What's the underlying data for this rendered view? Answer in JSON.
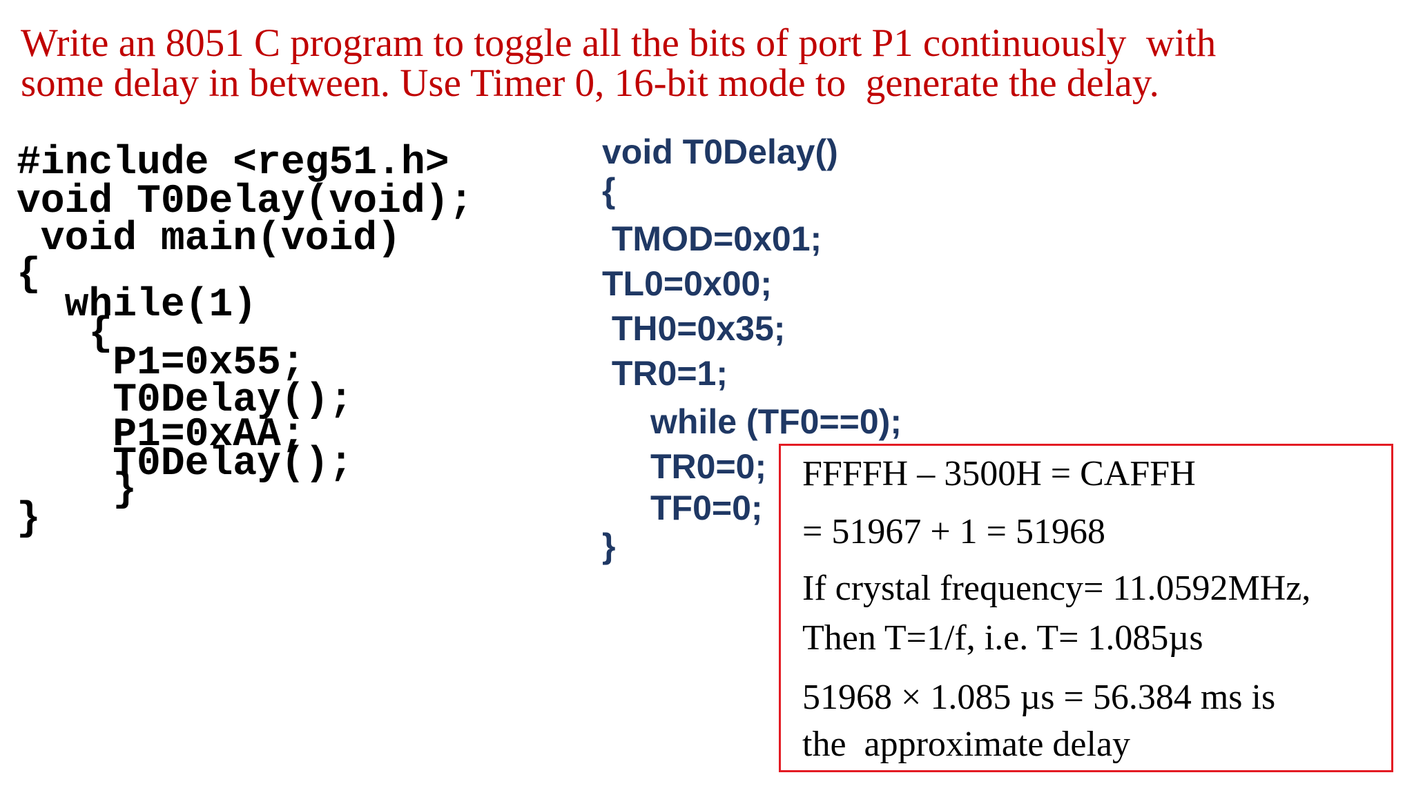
{
  "title": {
    "line1": "Write an 8051 C program to toggle all the bits of port P1 continuously  with",
    "line2": "some delay in between. Use Timer 0, 16-bit mode to  generate the delay."
  },
  "code_main": [
    "#include <reg51.h>",
    "void T0Delay(void);",
    " void main(void)",
    "{",
    "  while(1)",
    "   {",
    "    P1=0x55;",
    "    T0Delay();",
    "    P1=0xAA;",
    "    T0Delay();",
    "    }",
    "}"
  ],
  "code_delay": [
    "void T0Delay()",
    "{",
    " TMOD=0x01;",
    "TL0=0x00;",
    " TH0=0x35;",
    " TR0=1;",
    "while (TF0==0);",
    "TR0=0;",
    "TF0=0;",
    "}"
  ],
  "calculation": [
    "FFFFH – 3500H = CAFFH",
    "= 51967 + 1 = 51968",
    "If crystal frequency= 11.0592MHz,",
    "Then T=1/f, i.e. T= 1.085µs",
    "51968 × 1.085 µs = 56.384 ms is",
    "the  approximate delay"
  ],
  "colors": {
    "title": "#c00000",
    "code_main": "#000000",
    "code_delay": "#1f3864",
    "box_border": "#e31b23"
  }
}
